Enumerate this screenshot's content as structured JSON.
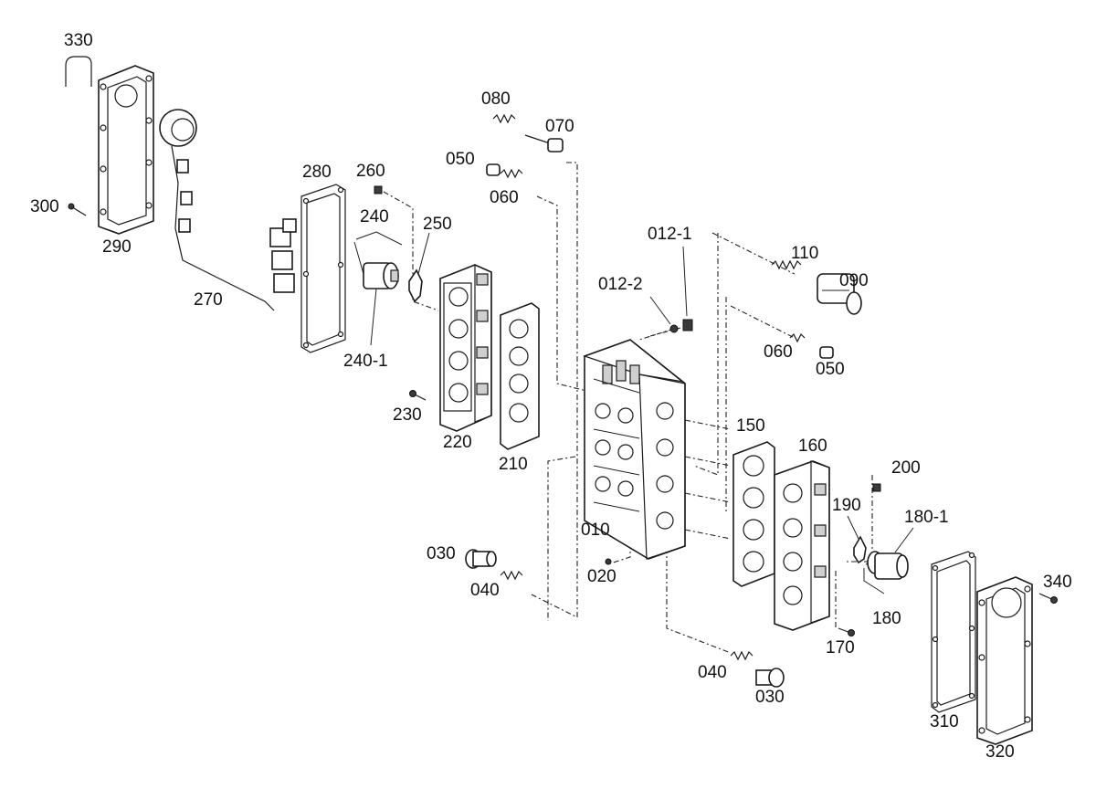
{
  "part_labels": {
    "p330": "330",
    "p290": "290",
    "p300": "300",
    "p270": "270",
    "p280": "280",
    "p260": "260",
    "p240": "240",
    "p240_1": "240-1",
    "p250": "250",
    "p230": "230",
    "p220": "220",
    "p210": "210",
    "p080": "080",
    "p070": "070",
    "p050a": "050",
    "p060a": "060",
    "p012_1": "012-1",
    "p012_2": "012-2",
    "p110": "110",
    "p090": "090",
    "p060b": "060",
    "p050b": "050",
    "p010": "010",
    "p020": "020",
    "p030a": "030",
    "p040a": "040",
    "p150": "150",
    "p160": "160",
    "p200": "200",
    "p190": "190",
    "p180_1": "180-1",
    "p180": "180",
    "p170": "170",
    "p040b": "040",
    "p030b": "030",
    "p340": "340",
    "p310": "310",
    "p320": "320"
  }
}
